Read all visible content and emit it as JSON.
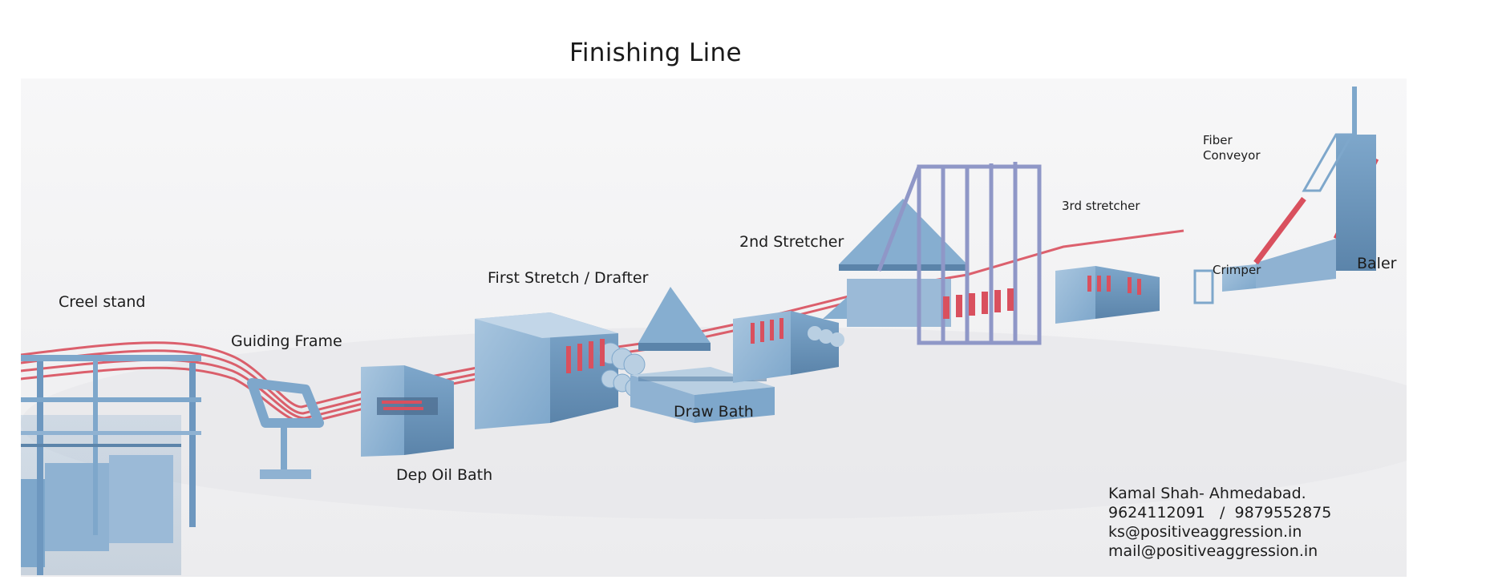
{
  "title": "Finishing Line",
  "labels": {
    "creel_stand": "Creel stand",
    "guiding_frame": "Guiding Frame",
    "dep_oil_bath": "Dep Oil Bath",
    "first_stretch": "First Stretch / Drafter",
    "draw_bath": "Draw Bath",
    "second_stretcher": "2nd Stretcher",
    "third_stretcher": "3rd stretcher",
    "fiber_conveyor": "Fiber Conveyor",
    "crimper": "Crimper",
    "baler": "Baler"
  },
  "contact": {
    "name": "Kamal Shah- Ahmedabad.",
    "phones": "9624112091   /  9879552875",
    "email1": "ks@positiveaggression.in",
    "email2": "mail@positiveaggression.in"
  },
  "colors": {
    "machine_blue": "#7ea7cb",
    "machine_dark": "#5b84aa",
    "machine_light": "#a9c6df",
    "fiber_red": "#d9505e",
    "frame_purple": "#8f97c7",
    "background": "#f3f3f4"
  }
}
